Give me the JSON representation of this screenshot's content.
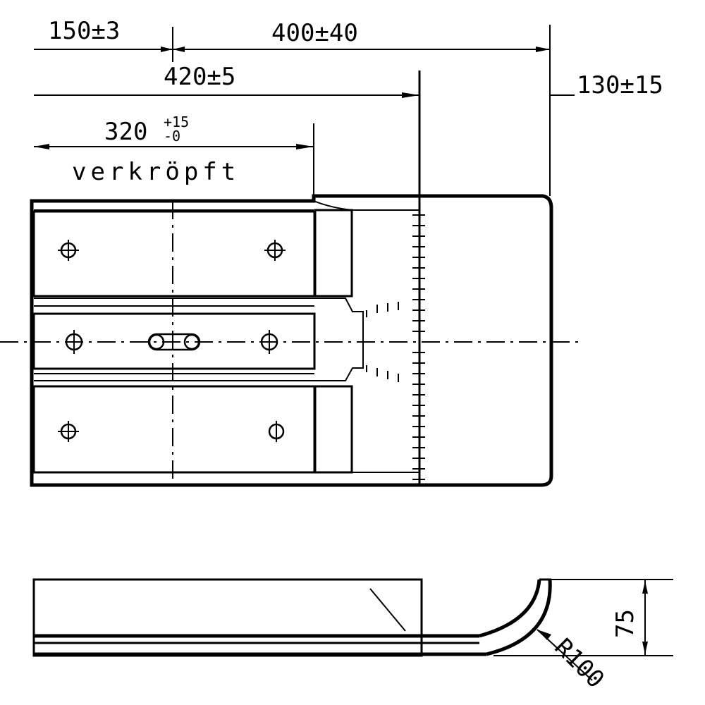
{
  "dimensions": {
    "d150": "150±3",
    "d400": "400±40",
    "d420": "420±5",
    "d130": "130±15",
    "d320_main": "320",
    "d320_tol_upper": "+15",
    "d320_tol_lower": "-0",
    "d75": "75",
    "radius": "R100"
  },
  "notes": {
    "offset_note": "verkröpft"
  }
}
